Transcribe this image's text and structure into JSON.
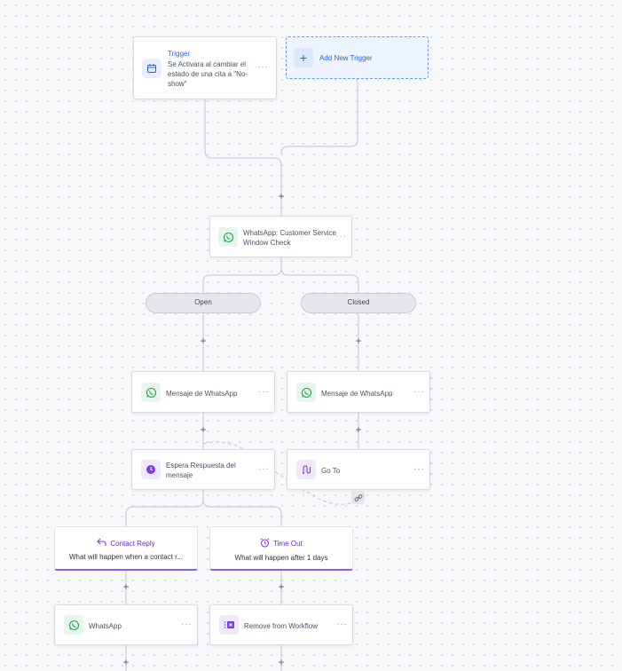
{
  "trigger": {
    "title": "Trigger",
    "description": "Se Activara al cambiar el estado de una cita a \"No-show\""
  },
  "add_trigger": {
    "label": "Add New Trigger"
  },
  "nodes": {
    "window_check": "WhatsApp: Customer Service Window Check",
    "mensaje_open": "Mensaje de WhatsApp",
    "mensaje_closed": "Mensaje de WhatsApp",
    "espera": "Espera Respuesta del mensaje",
    "goto": "Go To",
    "whatsapp": "WhatsApp",
    "remove": "Remove from Workflow"
  },
  "branches": {
    "open": "Open",
    "closed": "Closed"
  },
  "contact_reply": {
    "title": "Contact Reply",
    "subtitle": "What will happen when a contact r..."
  },
  "time_out": {
    "title": "Time Out",
    "subtitle": "What will happen after 1 days"
  },
  "symbols": {
    "plus": "+",
    "more": "···"
  },
  "colors": {
    "accent_blue": "#2563eb",
    "accent_purple": "#7c3aed",
    "whatsapp_green": "#25a244"
  }
}
